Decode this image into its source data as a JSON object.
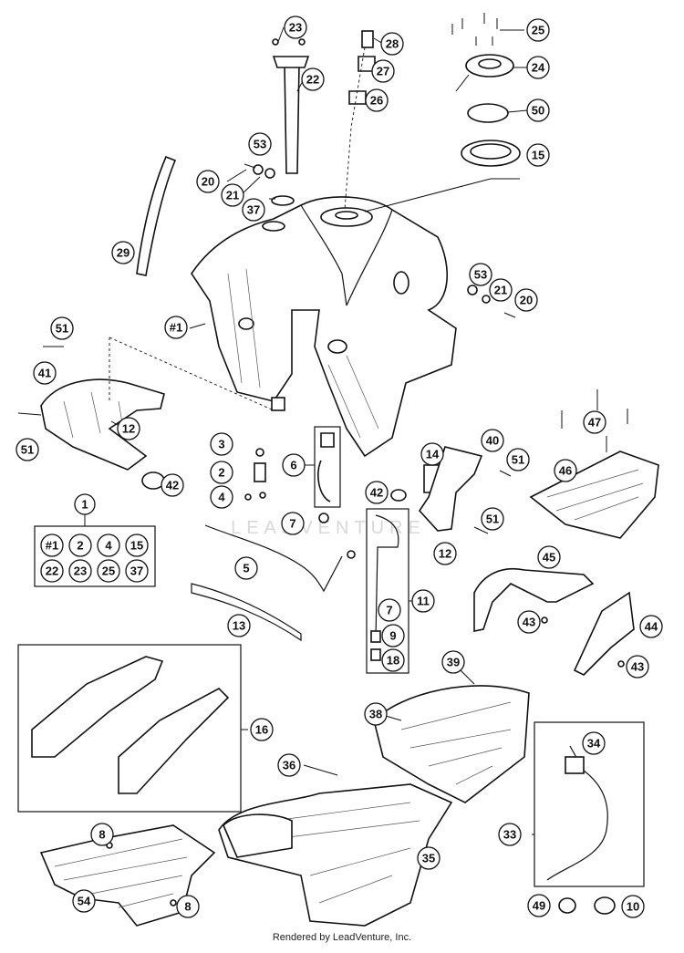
{
  "footer": "Rendered by LeadVenture, Inc.",
  "watermark": "LEADVENTURE",
  "callouts": [
    "23",
    "28",
    "25",
    "22",
    "27",
    "24",
    "26",
    "50",
    "53",
    "15",
    "20",
    "21",
    "37",
    "29",
    "#1",
    "53",
    "21",
    "20",
    "51",
    "41",
    "12",
    "51",
    "42",
    "3",
    "2",
    "4",
    "6",
    "40",
    "14",
    "51",
    "46",
    "47",
    "42",
    "1",
    "7",
    "5",
    "12",
    "51",
    "45",
    "43",
    "44",
    "7",
    "13",
    "9",
    "18",
    "11",
    "43",
    "39",
    "38",
    "16",
    "34",
    "36",
    "33",
    "8",
    "35",
    "54",
    "8",
    "49",
    "10"
  ],
  "kit_box_items": [
    "#1",
    "2",
    "4",
    "15",
    "22",
    "23",
    "25",
    "37"
  ]
}
